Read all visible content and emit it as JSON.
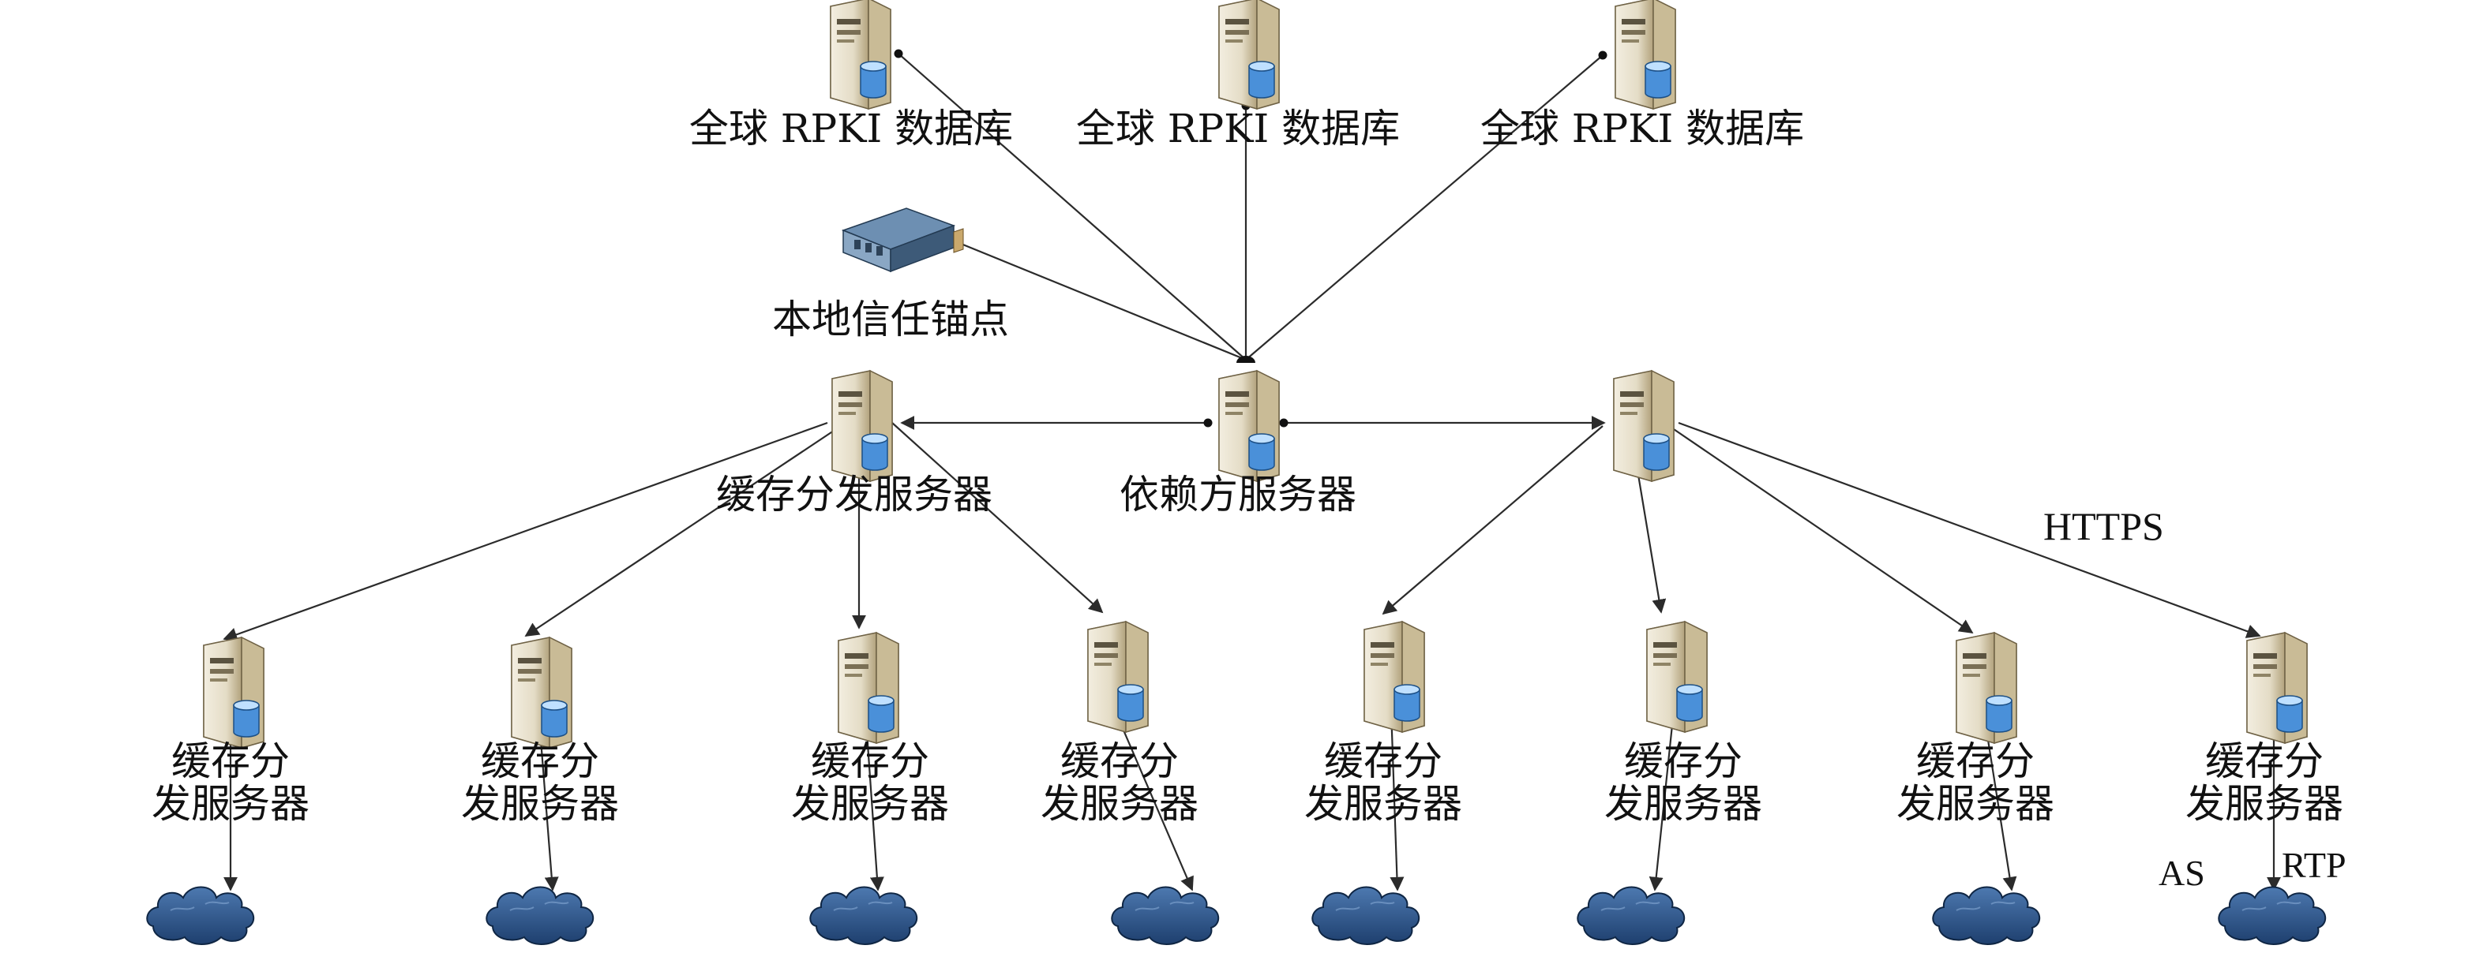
{
  "labels": {
    "rpki_db": "全球 RPKI 数据库",
    "trust_anchor": "本地信任锚点",
    "relying_party": "依赖方服务器",
    "cache_server": "缓存分发服务器",
    "cache_line1": "缓存分",
    "cache_line2": "发服务器",
    "https": "HTTPS",
    "as": "AS",
    "rtp": "RTP"
  },
  "icons": {
    "server": "server-database-icon",
    "trust_anchor": "hardware-appliance-icon",
    "network": "network-cloud-icon"
  },
  "colors": {
    "line": "#2b2b2b",
    "server_body": "#e4dcc6",
    "server_shadow": "#b2a27c",
    "database": "#4a90d9",
    "cloud": "#1e3f6e",
    "appliance": "#3d5a78"
  }
}
